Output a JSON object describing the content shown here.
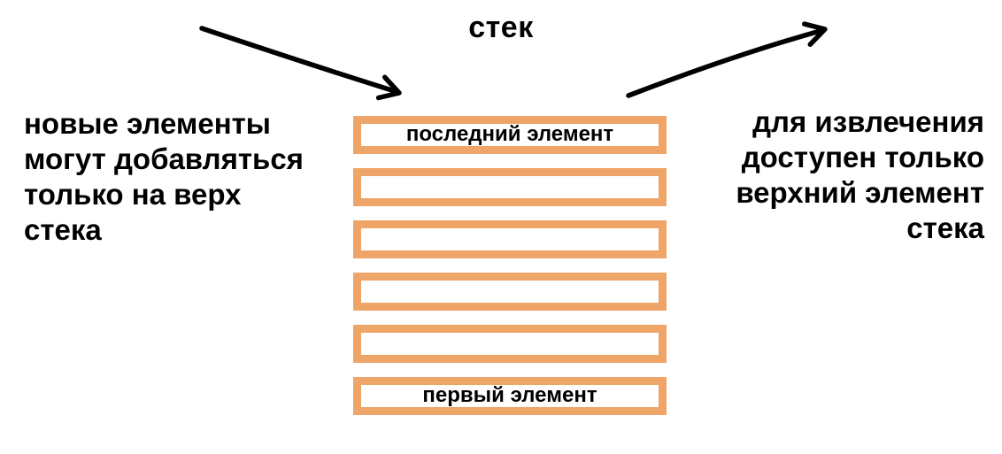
{
  "title": "стек",
  "left_note": "новые элементы\nмогут добавляться\nтолько на верх\nстека",
  "right_note": "для извлечения\nдоступен только\nверхний элемент\nстека",
  "stack": {
    "items": [
      {
        "label": "последний элемент"
      },
      {
        "label": ""
      },
      {
        "label": ""
      },
      {
        "label": ""
      },
      {
        "label": ""
      },
      {
        "label": "первый элемент"
      }
    ]
  },
  "icons": {
    "push_arrow": "arrow-down-right-icon",
    "pop_arrow": "arrow-up-right-icon"
  },
  "colors": {
    "stack_border": "#EFA468",
    "stack_fill": "#FFFFFF",
    "text": "#000000",
    "arrow": "#000000",
    "background": "#FFFFFF"
  }
}
